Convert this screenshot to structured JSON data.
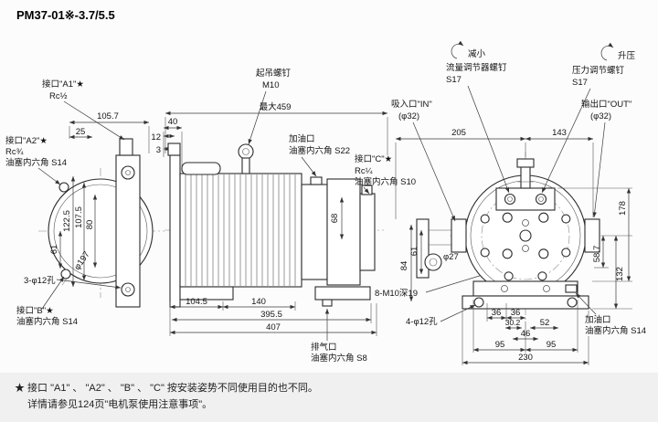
{
  "title": "PM37-01※-3.7/5.5",
  "callouts": {
    "port_a1": "接口\"A1\"★",
    "port_a1_thread": "Rc½",
    "port_a2": "接口\"A2\"★",
    "port_a2_thread": "Rc¾",
    "port_a2_plug": "油塞内六角 S14",
    "port_b": "接口\"B\"★",
    "port_b_plug": "油塞内六角 S14",
    "port_c": "接口\"C\"★",
    "port_c_thread": "Rc¼",
    "port_c_plug": "油塞内六角 S10",
    "lifting_bolt": "起吊螺钉",
    "lifting_bolt_size": "M10",
    "oil_fill_top": "加油口",
    "oil_fill_top_plug": "油塞内六角 S22",
    "decrease": "减小",
    "flow_adjuster": "流量调节器螺钉",
    "flow_adjuster_size": "S17",
    "boost": "升压",
    "pressure_adjuster": "压力调节螺钉",
    "pressure_adjuster_size": "S17",
    "inlet": "吸入口\"IN\"",
    "inlet_dia": "(φ32)",
    "outlet": "输出口\"OUT\"",
    "outlet_dia": "(φ32)",
    "holes_3": "3-φ12孔",
    "holes_4": "4-φ12孔",
    "holes_8": "8-M10深19",
    "exhaust": "排气口",
    "exhaust_plug": "油塞内六角 S8",
    "oil_fill_bottom": "加油口",
    "oil_fill_bottom_plug": "油塞内六角 S14",
    "phi197": "φ197",
    "phi27": "φ27"
  },
  "dims": {
    "max459": "最大459",
    "d105_7": "105.7",
    "d25": "25",
    "d40": "40",
    "d12": "12",
    "d3": "3",
    "d122_5": "122.5",
    "d107_5": "107.5",
    "d80": "80",
    "d61": "61",
    "d104_5": "104.5",
    "d140": "140",
    "d395_5": "395.5",
    "d407": "407",
    "d68": "68",
    "d84": "84",
    "d61b": "61",
    "d205": "205",
    "d143": "143",
    "d178": "178",
    "d58_7": "58.7",
    "d132": "132",
    "d36a": "36",
    "d36b": "36",
    "d30_2": "30.2",
    "d52": "52",
    "d46": "46",
    "d95a": "95",
    "d95b": "95",
    "d230": "230"
  },
  "note": {
    "line1": "★ 接口 \"A1\" 、 \"A2\" 、 \"B\" 、 \"C\" 按安装姿势不同使用目的也不同。",
    "line2": "详情请参见124页\"电机泵使用注意事项\"。"
  }
}
